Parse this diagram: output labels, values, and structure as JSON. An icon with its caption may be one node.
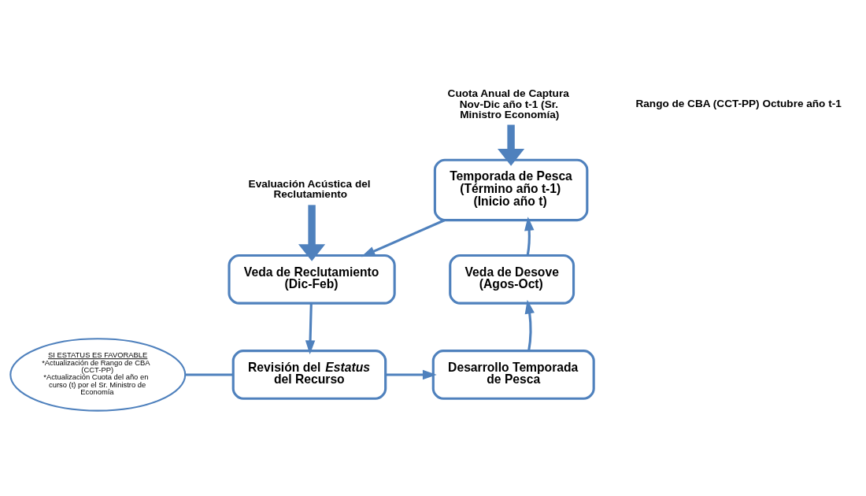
{
  "diagram": {
    "nodes": [
      {
        "text": [
          "Temporada de Pesca (Término año t-1) (Inicio año t)"
        ]
      },
      {
        "text": [
          "Veda de Reclutamiento",
          "(Dic-Feb)"
        ]
      },
      {
        "text": [
          "Revisión del *Estatus* del Recurso"
        ]
      },
      {
        "text": [
          "Desarrollo Temporada de Pesca"
        ]
      },
      {
        "text": [
          "Veda de Desove (Agos-Oct)"
        ]
      },
      {
        "text": [
          "SI ESTATUS ES FAVORABLE",
          "*Actualización de Rango de CBA (CCT-PP)",
          "*Actualización Cuota del año en curso (t) por el Sr. Ministro de Economía"
        ]
      },
      {
        "text": [
          "Cuota Anual de Captura",
          "Nov-Dic año t-1 (Sr. Ministro Economía)"
        ]
      },
      {
        "text": [
          "Evaluación Acústica del Reclutamiento"
        ]
      }
    ],
    "edges": [
      {
        "from": 0,
        "to": 1,
        "arrow": "to"
      },
      {
        "from": 1,
        "to": 2,
        "arrow": "to"
      },
      {
        "from": 2,
        "to": 3,
        "arrow": "to"
      },
      {
        "from": 3,
        "to": 4,
        "arrow": "to"
      },
      {
        "from": 4,
        "to": 0,
        "arrow": "to"
      },
      {
        "from": 5,
        "to": 2,
        "arrow": "none"
      },
      {
        "from": 6,
        "to": 0,
        "arrow": "to",
        "style": "thick"
      },
      {
        "from": 7,
        "to": 1,
        "arrow": "to",
        "style": "thick"
      }
    ],
    "labels": [
      "Rango de CBA (CCT-PP) Octubre año t-1"
    ]
  }
}
